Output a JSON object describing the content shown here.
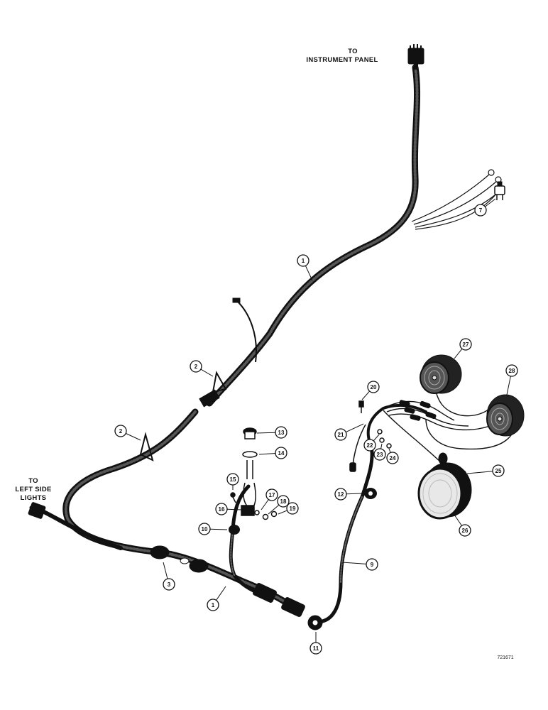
{
  "labels": {
    "instrument_panel": [
      "TO",
      "INSTRUMENT PANEL"
    ],
    "left_side_lights": [
      "TO",
      "LEFT SIDE",
      "LIGHTS"
    ]
  },
  "figure_id": "721671",
  "callouts": [
    "1",
    "2",
    "2",
    "3",
    "1",
    "7",
    "9",
    "10",
    "11",
    "12",
    "13",
    "14",
    "15",
    "16",
    "17",
    "18",
    "19",
    "20",
    "21",
    "22",
    "23",
    "24",
    "25",
    "26",
    "27",
    "28"
  ],
  "colors": {
    "ink": "#111111",
    "paper": "#ffffff",
    "lens": "#e8e8e8"
  }
}
